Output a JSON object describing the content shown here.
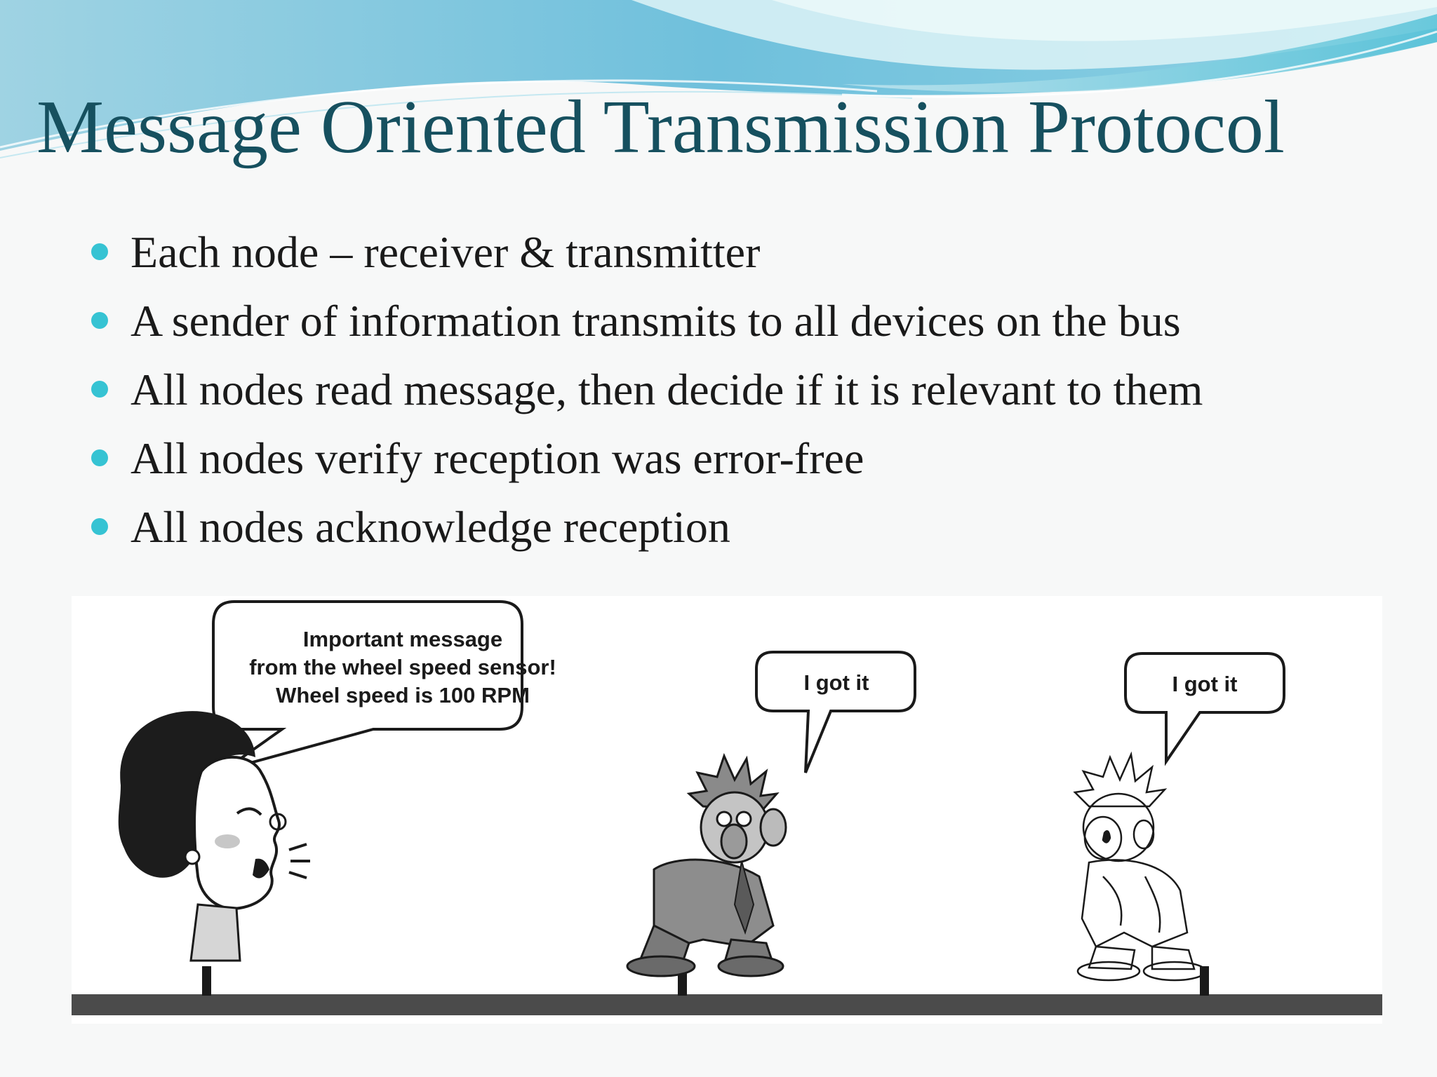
{
  "slide": {
    "title": "Message Oriented Transmission Protocol",
    "bullets": [
      "Each node – receiver & transmitter",
      "A sender of information transmits to all devices on the bus",
      "All nodes read message, then decide if it is relevant to them",
      "All nodes verify reception was error-free",
      "All nodes acknowledge reception"
    ],
    "accent_color": "#36c3d3",
    "title_color": "#16505f"
  },
  "illustration": {
    "sender_bubble": {
      "line1": "Important message",
      "line2": "from the wheel speed sensor!",
      "line3": "Wheel speed is 100 RPM"
    },
    "receiver_bubble_1": "I got it",
    "receiver_bubble_2": "I got it"
  }
}
